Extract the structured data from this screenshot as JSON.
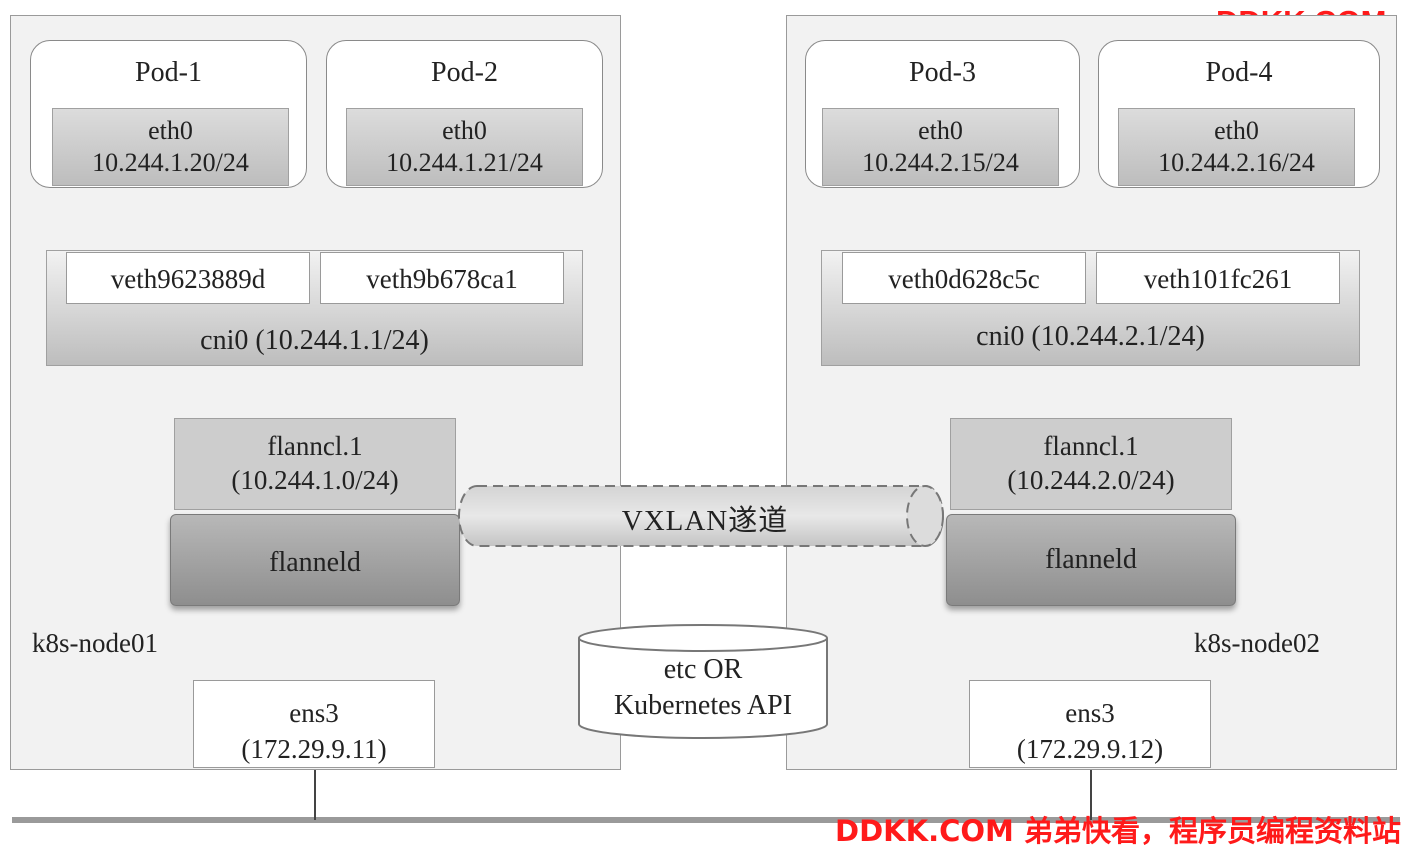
{
  "watermark": {
    "top": "DDKK.COM",
    "bottom": "DDKK.COM 弟弟快看，程序员编程资料站"
  },
  "nodes": [
    {
      "name": "k8s-node01",
      "pods": [
        {
          "title": "Pod-1",
          "eth": "eth0",
          "ip": "10.244.1.20/24",
          "veth": "veth9623889d"
        },
        {
          "title": "Pod-2",
          "eth": "eth0",
          "ip": "10.244.1.21/24",
          "veth": "veth9b678ca1"
        }
      ],
      "cni": "cni0 (10.244.1.1/24)",
      "flannel1": {
        "name": "flanncl.1",
        "subnet": "(10.244.1.0/24)"
      },
      "flanneld": "flanneld",
      "ens": {
        "name": "ens3",
        "ip": "(172.29.9.11)"
      }
    },
    {
      "name": "k8s-node02",
      "pods": [
        {
          "title": "Pod-3",
          "eth": "eth0",
          "ip": "10.244.2.15/24",
          "veth": "veth0d628c5c"
        },
        {
          "title": "Pod-4",
          "eth": "eth0",
          "ip": "10.244.2.16/24",
          "veth": "veth101fc261"
        }
      ],
      "cni": "cni0 (10.244.2.1/24)",
      "flannel1": {
        "name": "flanncl.1",
        "subnet": "(10.244.2.0/24)"
      },
      "flanneld": "flanneld",
      "ens": {
        "name": "ens3",
        "ip": "(172.29.9.12)"
      }
    }
  ],
  "tunnel": "VXLAN遂道",
  "datastore": {
    "line1": "etc OR",
    "line2": "Kubernetes API"
  },
  "colors": {
    "watermark": "#ff1a1a",
    "panel": "#f2f2f2",
    "border": "#9a9a9a"
  }
}
